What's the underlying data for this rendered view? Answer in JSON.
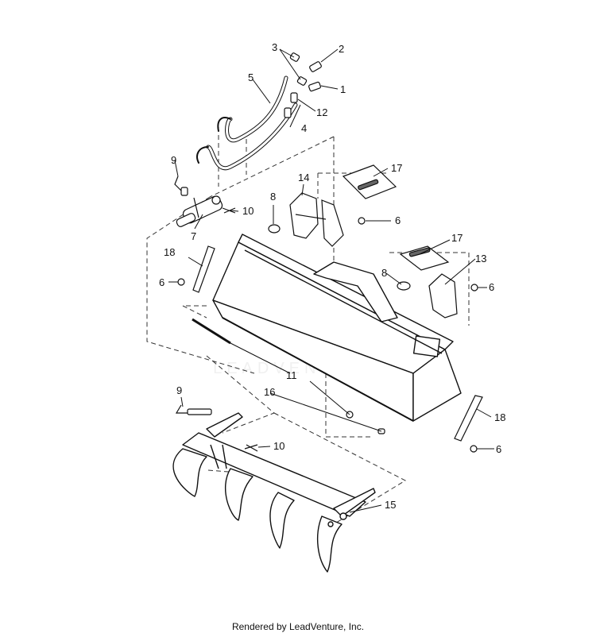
{
  "watermark": "LEADVENTURE",
  "footer": {
    "text": "Rendered by LeadVenture, Inc."
  },
  "callouts": {
    "c1": "1",
    "c2": "2",
    "c3": "3",
    "c4": "4",
    "c5": "5",
    "c6a": "6",
    "c6b": "6",
    "c6c": "6",
    "c6d": "6",
    "c7": "7",
    "c8a": "8",
    "c8b": "8",
    "c9a": "9",
    "c9b": "9",
    "c10a": "10",
    "c10b": "10",
    "c11": "11",
    "c12": "12",
    "c13": "13",
    "c14": "14",
    "c15": "15",
    "c16": "16",
    "c17a": "17",
    "c17b": "17",
    "c18a": "18",
    "c18b": "18"
  }
}
